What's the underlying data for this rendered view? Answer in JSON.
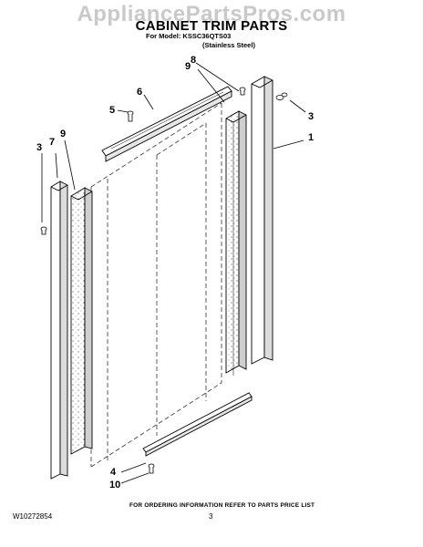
{
  "header": {
    "watermark": "AppliancePartsPros.com",
    "title": "CABINET TRIM PARTS",
    "model_line": "For Model: KSSC36QTS03",
    "finish_line": "(Stainless Steel)"
  },
  "callouts": {
    "c1": "1",
    "c3_right": "3",
    "c3_left": "3",
    "c4": "4",
    "c5": "5",
    "c6": "6",
    "c7": "7",
    "c8": "8",
    "c9_right": "9",
    "c9_left": "9",
    "c10": "10"
  },
  "footer": {
    "ordering_note": "FOR ORDERING INFORMATION REFER TO PARTS PRICE LIST",
    "doc_number": "W10272854",
    "page_number": "3"
  }
}
